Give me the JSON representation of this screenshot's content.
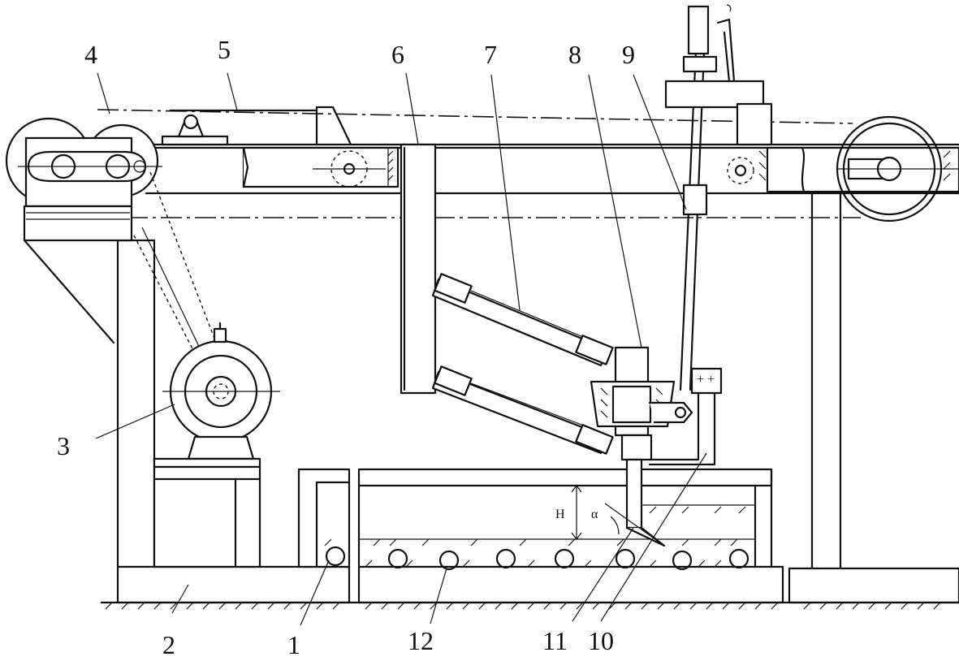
{
  "labels": [
    {
      "text": "1"
    },
    {
      "text": "2"
    },
    {
      "text": "3"
    },
    {
      "text": "4"
    },
    {
      "text": "5"
    },
    {
      "text": "6"
    },
    {
      "text": "7"
    },
    {
      "text": "8"
    },
    {
      "text": "9"
    },
    {
      "text": "10"
    },
    {
      "text": "11"
    },
    {
      "text": "12"
    }
  ],
  "dimensions": {
    "depth": "H",
    "angle": "α"
  }
}
